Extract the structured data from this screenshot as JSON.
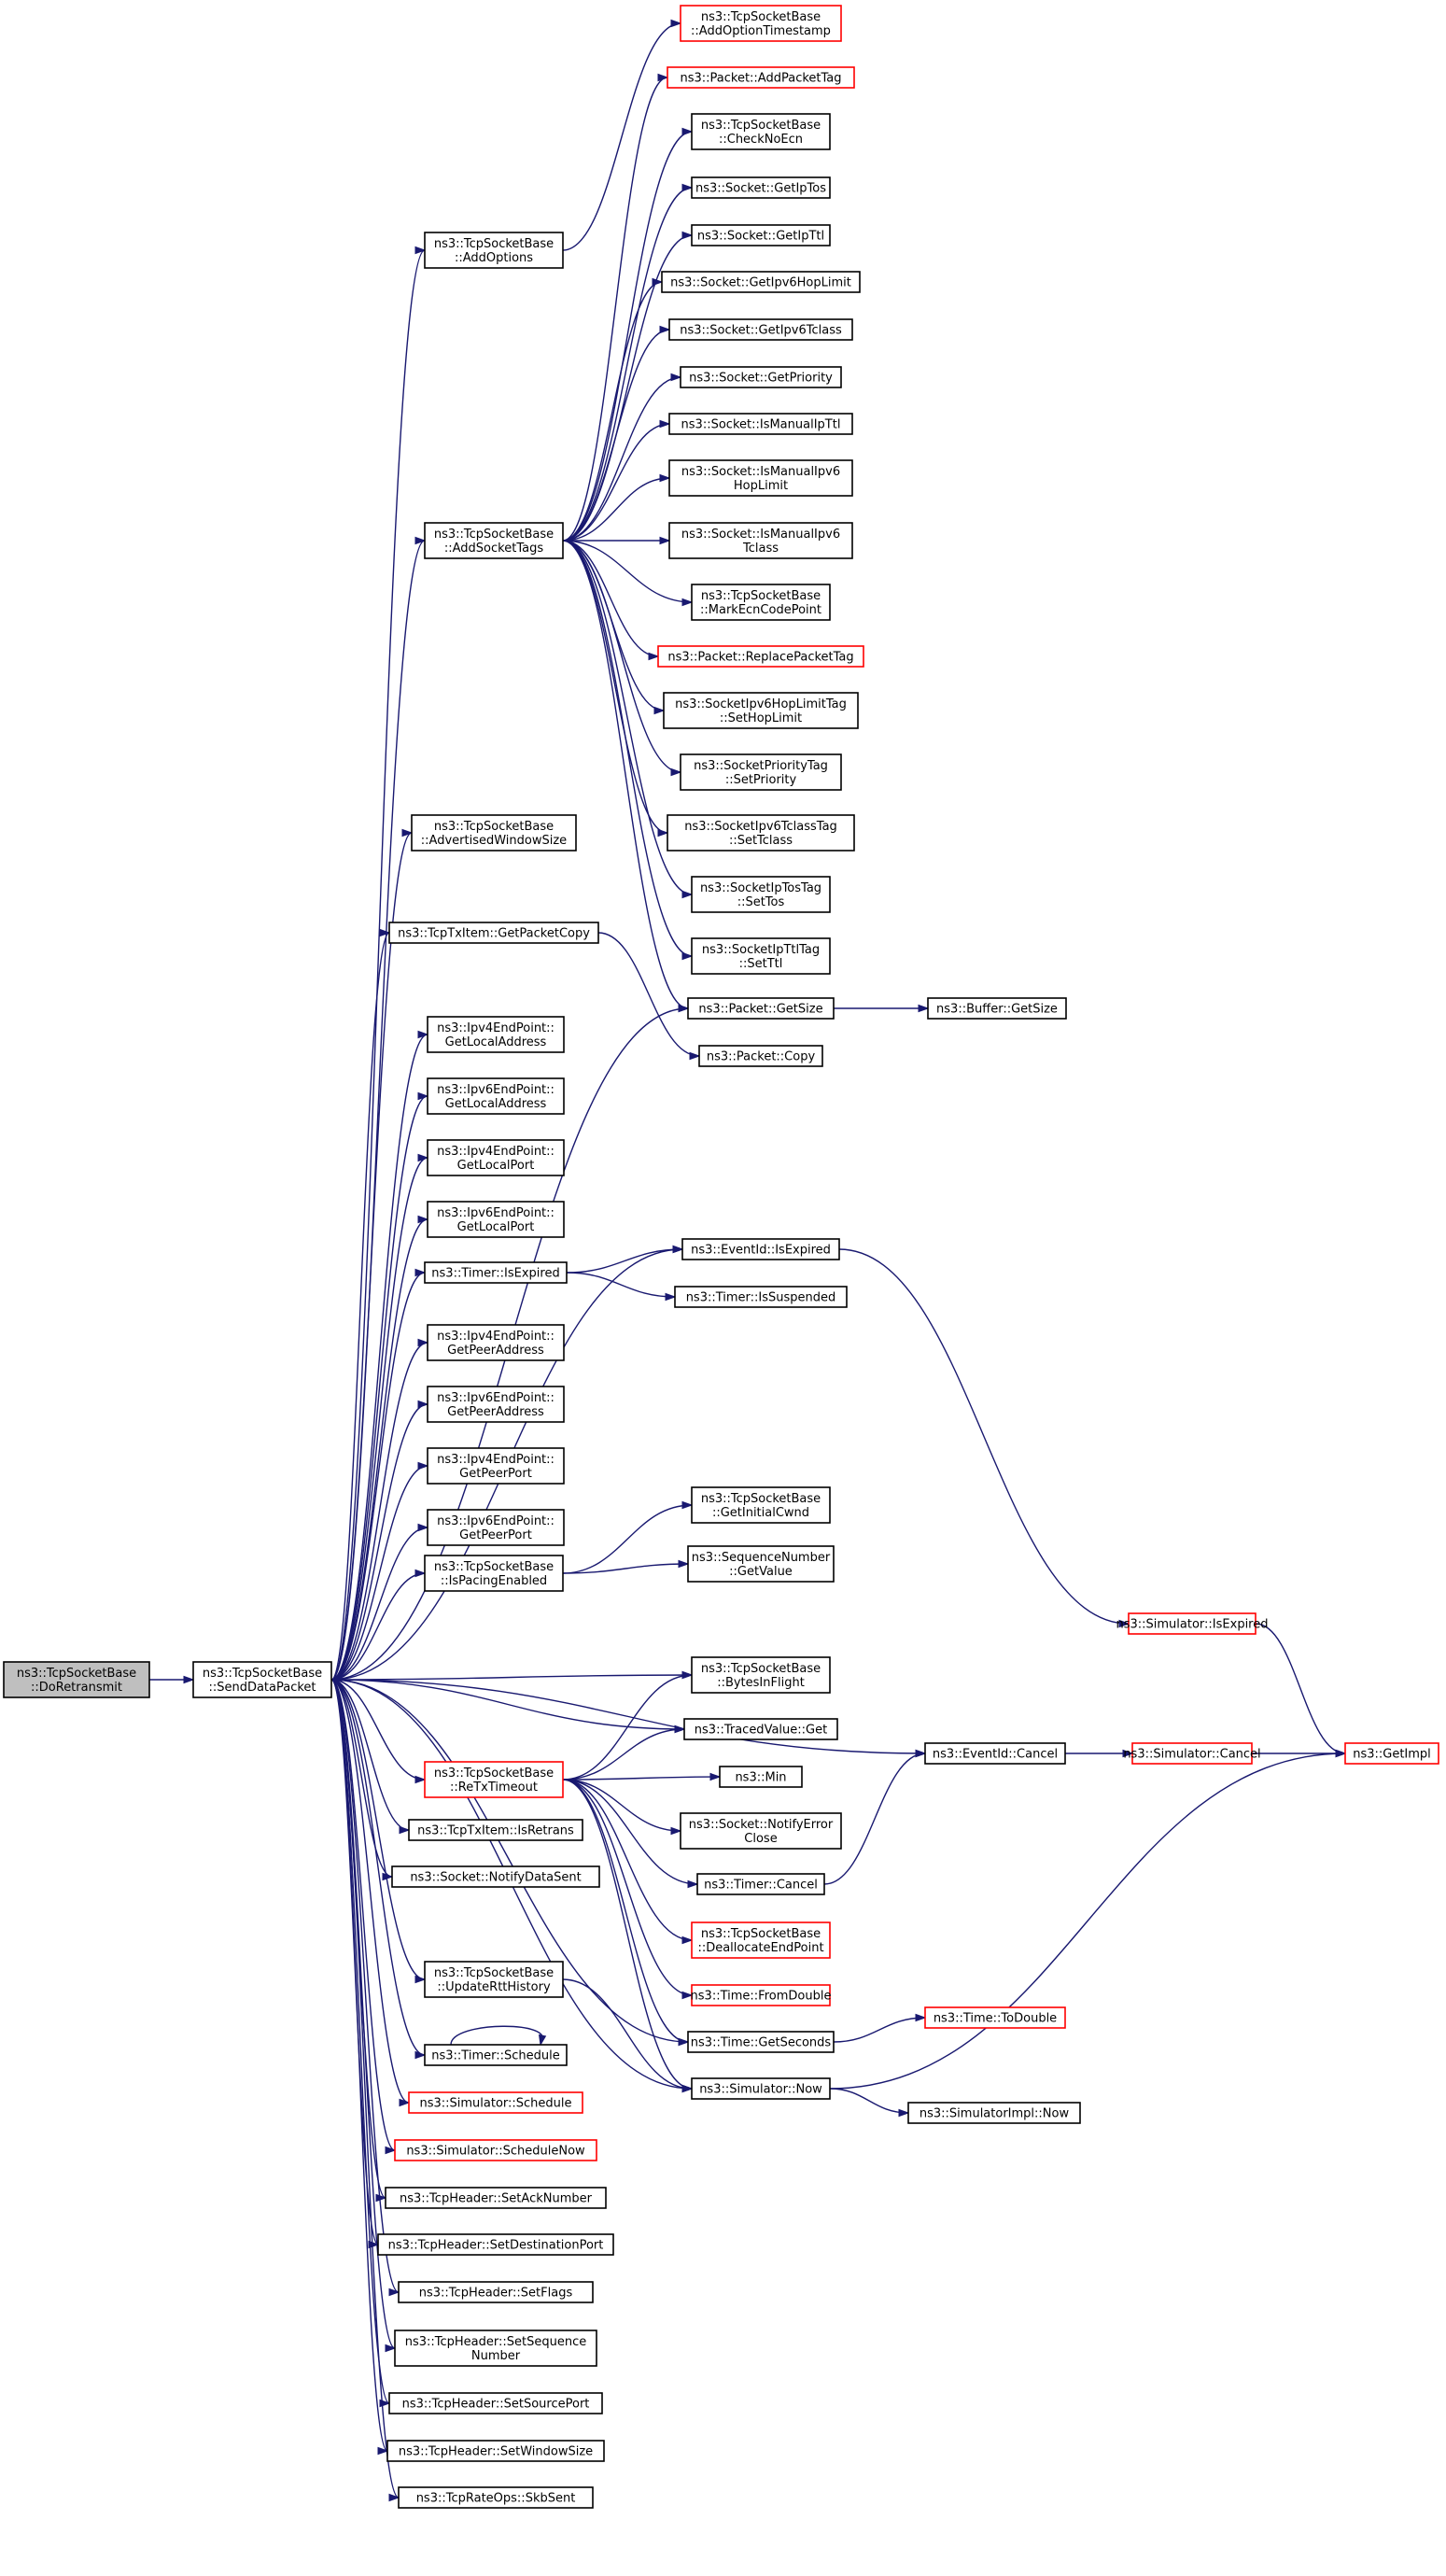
{
  "colors": {
    "edge": "#191970",
    "node_border": "#000000",
    "node_border_external": "#ff0000",
    "root_fill": "#bfbfbf",
    "node_fill": "#ffffff"
  },
  "nodes": {
    "do_retransmit": {
      "lines": [
        "ns3::TcpSocketBase",
        "::DoRetransmit"
      ],
      "style": "root"
    },
    "send_data_packet": {
      "lines": [
        "ns3::TcpSocketBase",
        "::SendDataPacket"
      ],
      "style": "normal"
    },
    "add_options": {
      "lines": [
        "ns3::TcpSocketBase",
        "::AddOptions"
      ],
      "style": "normal"
    },
    "add_socket_tags": {
      "lines": [
        "ns3::TcpSocketBase",
        "::AddSocketTags"
      ],
      "style": "normal"
    },
    "advertised_window_size": {
      "lines": [
        "ns3::TcpSocketBase",
        "::AdvertisedWindowSize"
      ],
      "style": "normal"
    },
    "get_packet_copy": {
      "lines": [
        "ns3::TcpTxItem::GetPacketCopy"
      ],
      "style": "normal"
    },
    "ipv4_get_local_address": {
      "lines": [
        "ns3::Ipv4EndPoint::",
        "GetLocalAddress"
      ],
      "style": "normal"
    },
    "ipv6_get_local_address": {
      "lines": [
        "ns3::Ipv6EndPoint::",
        "GetLocalAddress"
      ],
      "style": "normal"
    },
    "ipv4_get_local_port": {
      "lines": [
        "ns3::Ipv4EndPoint::",
        "GetLocalPort"
      ],
      "style": "normal"
    },
    "ipv6_get_local_port": {
      "lines": [
        "ns3::Ipv6EndPoint::",
        "GetLocalPort"
      ],
      "style": "normal"
    },
    "timer_is_expired": {
      "lines": [
        "ns3::Timer::IsExpired"
      ],
      "style": "normal"
    },
    "ipv4_get_peer_address": {
      "lines": [
        "ns3::Ipv4EndPoint::",
        "GetPeerAddress"
      ],
      "style": "normal"
    },
    "ipv6_get_peer_address": {
      "lines": [
        "ns3::Ipv6EndPoint::",
        "GetPeerAddress"
      ],
      "style": "normal"
    },
    "ipv4_get_peer_port": {
      "lines": [
        "ns3::Ipv4EndPoint::",
        "GetPeerPort"
      ],
      "style": "normal"
    },
    "ipv6_get_peer_port": {
      "lines": [
        "ns3::Ipv6EndPoint::",
        "GetPeerPort"
      ],
      "style": "normal"
    },
    "is_pacing_enabled": {
      "lines": [
        "ns3::TcpSocketBase",
        "::IsPacingEnabled"
      ],
      "style": "normal"
    },
    "retx_timeout": {
      "lines": [
        "ns3::TcpSocketBase",
        "::ReTxTimeout"
      ],
      "style": "external"
    },
    "is_retrans": {
      "lines": [
        "ns3::TcpTxItem::IsRetrans"
      ],
      "style": "normal"
    },
    "notify_data_sent": {
      "lines": [
        "ns3::Socket::NotifyDataSent"
      ],
      "style": "normal"
    },
    "update_rtt_history": {
      "lines": [
        "ns3::TcpSocketBase",
        "::UpdateRttHistory"
      ],
      "style": "normal"
    },
    "timer_schedule": {
      "lines": [
        "ns3::Timer::Schedule"
      ],
      "style": "normal"
    },
    "simulator_schedule": {
      "lines": [
        "ns3::Simulator::Schedule"
      ],
      "style": "external"
    },
    "simulator_schedule_now": {
      "lines": [
        "ns3::Simulator::ScheduleNow"
      ],
      "style": "external"
    },
    "set_ack_number": {
      "lines": [
        "ns3::TcpHeader::SetAckNumber"
      ],
      "style": "normal"
    },
    "set_destination_port": {
      "lines": [
        "ns3::TcpHeader::SetDestinationPort"
      ],
      "style": "normal"
    },
    "set_flags": {
      "lines": [
        "ns3::TcpHeader::SetFlags"
      ],
      "style": "normal"
    },
    "set_sequence_number": {
      "lines": [
        "ns3::TcpHeader::SetSequence",
        "Number"
      ],
      "style": "normal"
    },
    "set_source_port": {
      "lines": [
        "ns3::TcpHeader::SetSourcePort"
      ],
      "style": "normal"
    },
    "set_window_size": {
      "lines": [
        "ns3::TcpHeader::SetWindowSize"
      ],
      "style": "normal"
    },
    "skb_sent": {
      "lines": [
        "ns3::TcpRateOps::SkbSent"
      ],
      "style": "normal"
    },
    "add_option_timestamp": {
      "lines": [
        "ns3::TcpSocketBase",
        "::AddOptionTimestamp"
      ],
      "style": "external"
    },
    "add_packet_tag": {
      "lines": [
        "ns3::Packet::AddPacketTag"
      ],
      "style": "external"
    },
    "check_no_ecn": {
      "lines": [
        "ns3::TcpSocketBase",
        "::CheckNoEcn"
      ],
      "style": "normal"
    },
    "get_ip_tos": {
      "lines": [
        "ns3::Socket::GetIpTos"
      ],
      "style": "normal"
    },
    "get_ip_ttl": {
      "lines": [
        "ns3::Socket::GetIpTtl"
      ],
      "style": "normal"
    },
    "get_ipv6_hop_limit": {
      "lines": [
        "ns3::Socket::GetIpv6HopLimit"
      ],
      "style": "normal"
    },
    "get_ipv6_tclass": {
      "lines": [
        "ns3::Socket::GetIpv6Tclass"
      ],
      "style": "normal"
    },
    "get_priority": {
      "lines": [
        "ns3::Socket::GetPriority"
      ],
      "style": "normal"
    },
    "is_manual_ip_ttl": {
      "lines": [
        "ns3::Socket::IsManualIpTtl"
      ],
      "style": "normal"
    },
    "is_manual_ipv6_hop_limit": {
      "lines": [
        "ns3::Socket::IsManualIpv6",
        "HopLimit"
      ],
      "style": "normal"
    },
    "is_manual_ipv6_tclass": {
      "lines": [
        "ns3::Socket::IsManualIpv6",
        "Tclass"
      ],
      "style": "normal"
    },
    "mark_ecn_code_point": {
      "lines": [
        "ns3::TcpSocketBase",
        "::MarkEcnCodePoint"
      ],
      "style": "normal"
    },
    "replace_packet_tag": {
      "lines": [
        "ns3::Packet::ReplacePacketTag"
      ],
      "style": "external"
    },
    "set_hop_limit": {
      "lines": [
        "ns3::SocketIpv6HopLimitTag",
        "::SetHopLimit"
      ],
      "style": "normal"
    },
    "set_priority": {
      "lines": [
        "ns3::SocketPriorityTag",
        "::SetPriority"
      ],
      "style": "normal"
    },
    "set_tclass": {
      "lines": [
        "ns3::SocketIpv6TclassTag",
        "::SetTclass"
      ],
      "style": "normal"
    },
    "set_tos": {
      "lines": [
        "ns3::SocketIpTosTag",
        "::SetTos"
      ],
      "style": "normal"
    },
    "set_ttl": {
      "lines": [
        "ns3::SocketIpTtlTag",
        "::SetTtl"
      ],
      "style": "normal"
    },
    "packet_get_size": {
      "lines": [
        "ns3::Packet::GetSize"
      ],
      "style": "normal"
    },
    "buffer_get_size": {
      "lines": [
        "ns3::Buffer::GetSize"
      ],
      "style": "normal"
    },
    "packet_copy": {
      "lines": [
        "ns3::Packet::Copy"
      ],
      "style": "normal"
    },
    "event_id_is_expired": {
      "lines": [
        "ns3::EventId::IsExpired"
      ],
      "style": "normal"
    },
    "timer_is_suspended": {
      "lines": [
        "ns3::Timer::IsSuspended"
      ],
      "style": "normal"
    },
    "get_initial_cwnd": {
      "lines": [
        "ns3::TcpSocketBase",
        "::GetInitialCwnd"
      ],
      "style": "normal"
    },
    "sequence_number_get_value": {
      "lines": [
        "ns3::SequenceNumber",
        "::GetValue"
      ],
      "style": "normal"
    },
    "bytes_in_flight": {
      "lines": [
        "ns3::TcpSocketBase",
        "::BytesInFlight"
      ],
      "style": "normal"
    },
    "traced_value_get": {
      "lines": [
        "ns3::TracedValue::Get"
      ],
      "style": "normal"
    },
    "ns3_min": {
      "lines": [
        "ns3::Min"
      ],
      "style": "normal"
    },
    "notify_error_close": {
      "lines": [
        "ns3::Socket::NotifyError",
        "Close"
      ],
      "style": "normal"
    },
    "timer_cancel": {
      "lines": [
        "ns3::Timer::Cancel"
      ],
      "style": "normal"
    },
    "deallocate_end_point": {
      "lines": [
        "ns3::TcpSocketBase",
        "::DeallocateEndPoint"
      ],
      "style": "external"
    },
    "time_from_double": {
      "lines": [
        "ns3::Time::FromDouble"
      ],
      "style": "external"
    },
    "time_get_seconds": {
      "lines": [
        "ns3::Time::GetSeconds"
      ],
      "style": "normal"
    },
    "simulator_now": {
      "lines": [
        "ns3::Simulator::Now"
      ],
      "style": "normal"
    },
    "time_to_double": {
      "lines": [
        "ns3::Time::ToDouble"
      ],
      "style": "external"
    },
    "simulator_impl_now": {
      "lines": [
        "ns3::SimulatorImpl::Now"
      ],
      "style": "normal"
    },
    "event_id_cancel": {
      "lines": [
        "ns3::EventId::Cancel"
      ],
      "style": "normal"
    },
    "simulator_is_expired": {
      "lines": [
        "ns3::Simulator::IsExpired"
      ],
      "style": "external"
    },
    "simulator_cancel": {
      "lines": [
        "ns3::Simulator::Cancel"
      ],
      "style": "external"
    },
    "get_impl": {
      "lines": [
        "ns3::GetImpl"
      ],
      "style": "external"
    }
  },
  "edges": [
    [
      "do_retransmit",
      "send_data_packet"
    ],
    [
      "send_data_packet",
      "add_options"
    ],
    [
      "send_data_packet",
      "add_socket_tags"
    ],
    [
      "send_data_packet",
      "advertised_window_size"
    ],
    [
      "send_data_packet",
      "get_packet_copy"
    ],
    [
      "send_data_packet",
      "ipv4_get_local_address"
    ],
    [
      "send_data_packet",
      "ipv6_get_local_address"
    ],
    [
      "send_data_packet",
      "ipv4_get_local_port"
    ],
    [
      "send_data_packet",
      "ipv6_get_local_port"
    ],
    [
      "send_data_packet",
      "timer_is_expired"
    ],
    [
      "send_data_packet",
      "ipv4_get_peer_address"
    ],
    [
      "send_data_packet",
      "ipv6_get_peer_address"
    ],
    [
      "send_data_packet",
      "ipv4_get_peer_port"
    ],
    [
      "send_data_packet",
      "ipv6_get_peer_port"
    ],
    [
      "send_data_packet",
      "is_pacing_enabled"
    ],
    [
      "send_data_packet",
      "retx_timeout"
    ],
    [
      "send_data_packet",
      "is_retrans"
    ],
    [
      "send_data_packet",
      "notify_data_sent"
    ],
    [
      "send_data_packet",
      "update_rtt_history"
    ],
    [
      "send_data_packet",
      "timer_schedule"
    ],
    [
      "send_data_packet",
      "simulator_schedule"
    ],
    [
      "send_data_packet",
      "simulator_schedule_now"
    ],
    [
      "send_data_packet",
      "set_ack_number"
    ],
    [
      "send_data_packet",
      "set_destination_port"
    ],
    [
      "send_data_packet",
      "set_flags"
    ],
    [
      "send_data_packet",
      "set_sequence_number"
    ],
    [
      "send_data_packet",
      "set_source_port"
    ],
    [
      "send_data_packet",
      "set_window_size"
    ],
    [
      "send_data_packet",
      "skb_sent"
    ],
    [
      "send_data_packet",
      "packet_get_size"
    ],
    [
      "send_data_packet",
      "event_id_is_expired"
    ],
    [
      "send_data_packet",
      "bytes_in_flight"
    ],
    [
      "send_data_packet",
      "traced_value_get"
    ],
    [
      "send_data_packet",
      "event_id_cancel"
    ],
    [
      "send_data_packet",
      "time_get_seconds"
    ],
    [
      "send_data_packet",
      "simulator_now"
    ],
    [
      "add_options",
      "add_option_timestamp"
    ],
    [
      "add_socket_tags",
      "add_packet_tag"
    ],
    [
      "add_socket_tags",
      "check_no_ecn"
    ],
    [
      "add_socket_tags",
      "get_ip_tos"
    ],
    [
      "add_socket_tags",
      "get_ip_ttl"
    ],
    [
      "add_socket_tags",
      "get_ipv6_hop_limit"
    ],
    [
      "add_socket_tags",
      "get_ipv6_tclass"
    ],
    [
      "add_socket_tags",
      "get_priority"
    ],
    [
      "add_socket_tags",
      "is_manual_ip_ttl"
    ],
    [
      "add_socket_tags",
      "is_manual_ipv6_hop_limit"
    ],
    [
      "add_socket_tags",
      "is_manual_ipv6_tclass"
    ],
    [
      "add_socket_tags",
      "mark_ecn_code_point"
    ],
    [
      "add_socket_tags",
      "replace_packet_tag"
    ],
    [
      "add_socket_tags",
      "set_hop_limit"
    ],
    [
      "add_socket_tags",
      "set_priority"
    ],
    [
      "add_socket_tags",
      "set_tclass"
    ],
    [
      "add_socket_tags",
      "set_tos"
    ],
    [
      "add_socket_tags",
      "set_ttl"
    ],
    [
      "add_socket_tags",
      "packet_get_size"
    ],
    [
      "get_packet_copy",
      "packet_copy"
    ],
    [
      "packet_get_size",
      "buffer_get_size"
    ],
    [
      "timer_is_expired",
      "event_id_is_expired"
    ],
    [
      "timer_is_expired",
      "timer_is_suspended"
    ],
    [
      "event_id_is_expired",
      "simulator_is_expired"
    ],
    [
      "simulator_is_expired",
      "get_impl"
    ],
    [
      "is_pacing_enabled",
      "get_initial_cwnd"
    ],
    [
      "is_pacing_enabled",
      "sequence_number_get_value"
    ],
    [
      "retx_timeout",
      "bytes_in_flight"
    ],
    [
      "retx_timeout",
      "traced_value_get"
    ],
    [
      "retx_timeout",
      "ns3_min"
    ],
    [
      "retx_timeout",
      "notify_error_close"
    ],
    [
      "retx_timeout",
      "timer_cancel"
    ],
    [
      "retx_timeout",
      "deallocate_end_point"
    ],
    [
      "retx_timeout",
      "time_from_double"
    ],
    [
      "retx_timeout",
      "time_get_seconds"
    ],
    [
      "retx_timeout",
      "simulator_now"
    ],
    [
      "timer_cancel",
      "event_id_cancel"
    ],
    [
      "event_id_cancel",
      "simulator_cancel"
    ],
    [
      "simulator_cancel",
      "get_impl"
    ],
    [
      "update_rtt_history",
      "simulator_now"
    ],
    [
      "time_get_seconds",
      "time_to_double"
    ],
    [
      "simulator_now",
      "simulator_impl_now"
    ],
    [
      "simulator_now",
      "get_impl"
    ],
    [
      "timer_schedule",
      "timer_schedule"
    ]
  ]
}
